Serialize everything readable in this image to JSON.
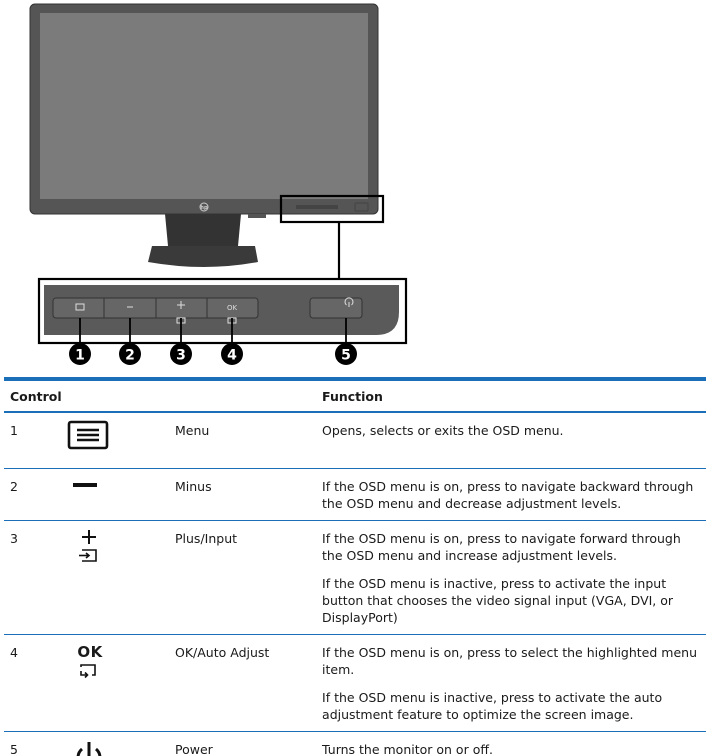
{
  "illustration": {
    "brand_logo": "hp-logo",
    "button_glyphs": [
      "menu-icon",
      "minus-icon",
      "plus-input-icon",
      "ok-auto-icon",
      "power-icon"
    ],
    "ok_glyph": "OK",
    "callouts": [
      "1",
      "2",
      "3",
      "4",
      "5"
    ]
  },
  "table": {
    "headers": {
      "control": "Control",
      "function": "Function"
    },
    "accent_color": "#1b6fb8",
    "rows": [
      {
        "num": "1",
        "icon": "menu-icon",
        "name": "Menu",
        "function": [
          "Opens, selects or exits the OSD menu."
        ]
      },
      {
        "num": "2",
        "icon": "minus-icon",
        "name": "Minus",
        "function": [
          "If the OSD menu is on, press to navigate backward through the OSD menu and decrease adjustment levels."
        ]
      },
      {
        "num": "3",
        "icon": "plus-input-icon",
        "name": "Plus/Input",
        "function": [
          "If the OSD menu is on, press to navigate forward through the OSD menu and increase adjustment levels.",
          "If the OSD menu is inactive, press to activate the input button that chooses the video signal input (VGA, DVI, or DisplayPort)"
        ]
      },
      {
        "num": "4",
        "icon": "ok-auto-icon",
        "icon_text": "OK",
        "name": "OK/Auto Adjust",
        "function": [
          "If the OSD menu is on, press to select the highlighted menu item.",
          "If the OSD menu is inactive, press to activate the auto adjustment feature to optimize the screen image."
        ]
      },
      {
        "num": "5",
        "icon": "power-icon",
        "name": "Power",
        "function": [
          "Turns the monitor on or off."
        ]
      }
    ]
  }
}
